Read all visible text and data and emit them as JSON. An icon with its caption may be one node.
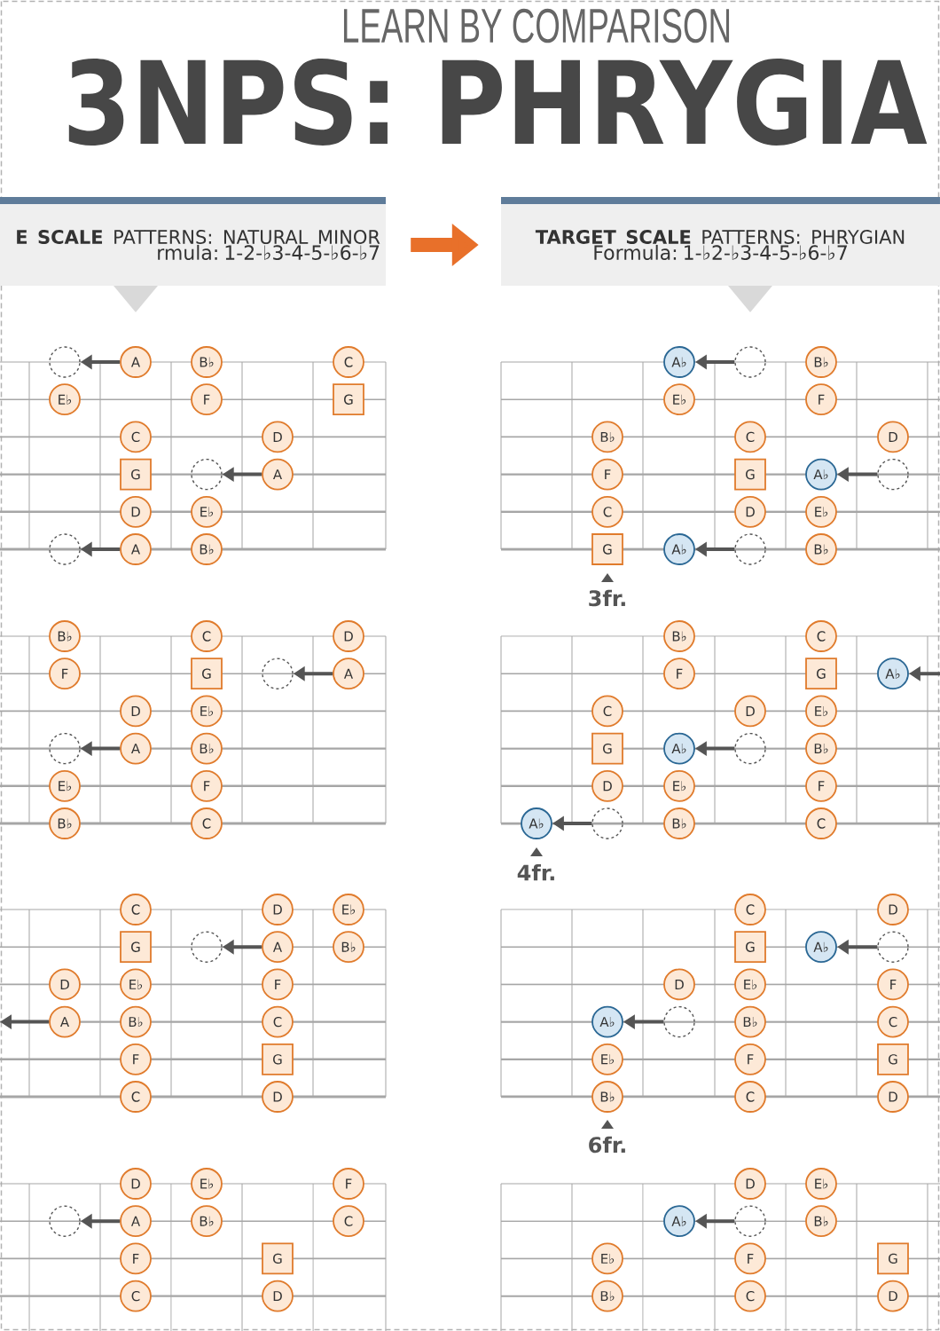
{
  "diagram": {
    "title": "3NPS: PHRYGIA",
    "nodes": [
      {
        "text": [
          "**E SCALE** PATTERNS: NATURAL MINOR",
          "rmula: 1-2-♭3-4-5-♭6-♭7"
        ]
      },
      {
        "text": [
          "**TARGET SCALE** PATTERNS: PHRYGIAN",
          "Formula: 1-♭2-♭3-4-5-♭6-♭7"
        ]
      },
      {
        "text": [],
        "shape": "circle"
      },
      {
        "text": [
          "A"
        ]
      },
      {
        "text": [
          "B♭"
        ]
      },
      {
        "text": [
          "C"
        ]
      },
      {
        "text": [
          "E♭"
        ]
      },
      {
        "text": [
          "F"
        ]
      },
      {
        "text": [
          "G"
        ]
      },
      {
        "text": [
          "C"
        ]
      },
      {
        "text": [
          "D"
        ]
      },
      {
        "text": [
          "G"
        ]
      },
      {
        "text": [],
        "shape": "circle"
      },
      {
        "text": [
          "A"
        ]
      },
      {
        "text": [
          "D"
        ]
      },
      {
        "text": [
          "E♭"
        ]
      },
      {
        "text": [],
        "shape": "circle"
      },
      {
        "text": [
          "A"
        ]
      },
      {
        "text": [
          "B♭"
        ]
      },
      {
        "text": [
          "A♭"
        ]
      },
      {
        "text": [],
        "shape": "circle"
      },
      {
        "text": [
          "B♭"
        ]
      },
      {
        "text": [
          "E♭"
        ]
      },
      {
        "text": [
          "F"
        ]
      },
      {
        "text": [
          "B♭"
        ]
      },
      {
        "text": [
          "C"
        ]
      },
      {
        "text": [
          "D"
        ]
      },
      {
        "text": [
          "F"
        ]
      },
      {
        "text": [
          "G"
        ]
      },
      {
        "text": [
          "A♭"
        ]
      },
      {
        "text": [],
        "shape": "circle"
      },
      {
        "text": [
          "C"
        ]
      },
      {
        "text": [
          "D"
        ]
      },
      {
        "text": [
          "E♭"
        ]
      },
      {
        "text": [
          "G"
        ]
      },
      {
        "text": [
          "A♭"
        ]
      },
      {
        "text": [],
        "shape": "circle"
      },
      {
        "text": [
          "B♭"
        ]
      },
      {
        "text": [
          "B♭"
        ]
      },
      {
        "text": [
          "C"
        ]
      },
      {
        "text": [
          "D"
        ]
      },
      {
        "text": [
          "F"
        ]
      },
      {
        "text": [
          "G"
        ]
      },
      {
        "text": [],
        "shape": "circle"
      },
      {
        "text": [
          "A"
        ]
      },
      {
        "text": [
          "D"
        ]
      },
      {
        "text": [
          "E♭"
        ]
      },
      {
        "text": [],
        "shape": "circle"
      },
      {
        "text": [
          "A"
        ]
      },
      {
        "text": [
          "B♭"
        ]
      },
      {
        "text": [
          "E♭"
        ]
      },
      {
        "text": [
          "F"
        ]
      },
      {
        "text": [
          "B♭"
        ]
      },
      {
        "text": [
          "C"
        ]
      },
      {
        "text": [
          "B♭"
        ]
      },
      {
        "text": [
          "C"
        ]
      },
      {
        "text": [
          "F"
        ]
      },
      {
        "text": [
          "G"
        ]
      },
      {
        "text": [
          "A♭"
        ]
      },
      {
        "text": [
          "C"
        ]
      },
      {
        "text": [
          "D"
        ]
      },
      {
        "text": [
          "E♭"
        ]
      },
      {
        "text": [
          "G"
        ]
      },
      {
        "text": [
          "A♭"
        ]
      },
      {
        "text": [],
        "shape": "circle"
      },
      {
        "text": [
          "B♭"
        ]
      },
      {
        "text": [
          "D"
        ]
      },
      {
        "text": [
          "E♭"
        ]
      },
      {
        "text": [
          "F"
        ]
      },
      {
        "text": [
          "A♭"
        ]
      },
      {
        "text": [],
        "shape": "circle"
      },
      {
        "text": [
          "B♭"
        ]
      },
      {
        "text": [
          "C"
        ]
      },
      {
        "text": [
          "C"
        ]
      },
      {
        "text": [
          "D"
        ]
      },
      {
        "text": [
          "E♭"
        ]
      },
      {
        "text": [
          "G"
        ]
      },
      {
        "text": [],
        "shape": "circle"
      },
      {
        "text": [
          "A"
        ]
      },
      {
        "text": [
          "B♭"
        ]
      },
      {
        "text": [
          "D"
        ]
      },
      {
        "text": [
          "E♭"
        ]
      },
      {
        "text": [
          "F"
        ]
      },
      {
        "text": [
          "A"
        ]
      },
      {
        "text": [
          "B♭"
        ]
      },
      {
        "text": [
          "C"
        ]
      },
      {
        "text": [
          "F"
        ]
      },
      {
        "text": [
          "G"
        ]
      },
      {
        "text": [
          "C"
        ]
      },
      {
        "text": [
          "D"
        ]
      },
      {
        "text": [
          "C"
        ]
      },
      {
        "text": [
          "D"
        ]
      },
      {
        "text": [
          "G"
        ]
      },
      {
        "text": [
          "A♭"
        ]
      },
      {
        "text": [],
        "shape": "circle"
      },
      {
        "text": [
          "D"
        ]
      },
      {
        "text": [
          "E♭"
        ]
      },
      {
        "text": [
          "F"
        ]
      },
      {
        "text": [
          "A♭"
        ]
      },
      {
        "text": [],
        "shape": "circle"
      },
      {
        "text": [
          "B♭"
        ]
      },
      {
        "text": [
          "C"
        ]
      },
      {
        "text": [
          "E♭"
        ]
      },
      {
        "text": [
          "F"
        ]
      },
      {
        "text": [
          "G"
        ]
      },
      {
        "text": [
          "B♭"
        ]
      },
      {
        "text": [
          "C"
        ]
      },
      {
        "text": [
          "D"
        ]
      },
      {
        "text": [
          "D"
        ]
      },
      {
        "text": [
          "E♭"
        ]
      },
      {
        "text": [
          "F"
        ]
      },
      {
        "text": [],
        "shape": "circle"
      },
      {
        "text": [
          "A"
        ]
      },
      {
        "text": [
          "B♭"
        ]
      },
      {
        "text": [
          "C"
        ]
      },
      {
        "text": [
          "F"
        ]
      },
      {
        "text": [
          "G"
        ]
      },
      {
        "text": [
          "C"
        ]
      },
      {
        "text": [
          "D"
        ]
      },
      {
        "text": [
          "D"
        ]
      },
      {
        "text": [
          "E♭"
        ]
      },
      {
        "text": [
          "A♭"
        ]
      },
      {
        "text": [],
        "shape": "circle"
      },
      {
        "text": [
          "B♭"
        ]
      },
      {
        "text": [
          "E♭"
        ]
      },
      {
        "text": [
          "F"
        ]
      },
      {
        "text": [
          "G"
        ]
      },
      {
        "text": [
          "B♭"
        ]
      },
      {
        "text": [
          "C"
        ]
      },
      {
        "text": [
          "D"
        ]
      }
    ],
    "edges": [
      {
        "from": 0,
        "to": 1,
        "arrow": "to",
        "style": "thick",
        "color": "#e8702a"
      },
      {
        "from": 3,
        "to": 2,
        "arrow": "to"
      },
      {
        "from": 13,
        "to": 12,
        "arrow": "to"
      },
      {
        "from": 17,
        "to": 16,
        "arrow": "to"
      },
      {
        "from": 20,
        "to": 19,
        "arrow": "to"
      },
      {
        "from": 30,
        "to": 29,
        "arrow": "to"
      },
      {
        "from": 36,
        "to": 35,
        "arrow": "to"
      },
      {
        "from": 44,
        "to": 43,
        "arrow": "to"
      },
      {
        "from": 48,
        "to": 47,
        "arrow": "to"
      },
      {
        "from": null,
        "to": 58,
        "arrow": "to"
      },
      {
        "from": 64,
        "to": 63,
        "arrow": "to"
      },
      {
        "from": 70,
        "to": 69,
        "arrow": "to"
      },
      {
        "from": 78,
        "to": 77,
        "arrow": "to"
      },
      {
        "from": 83,
        "to": null,
        "arrow": "to"
      },
      {
        "from": 94,
        "to": 93,
        "arrow": "to"
      },
      {
        "from": 99,
        "to": 98,
        "arrow": "to"
      },
      {
        "from": 112,
        "to": 111,
        "arrow": "to"
      },
      {
        "from": 122,
        "to": 121,
        "arrow": "to"
      }
    ],
    "labels": [
      "LEARN BY COMPARISON",
      "3fr.",
      "4fr.",
      "6fr."
    ]
  }
}
